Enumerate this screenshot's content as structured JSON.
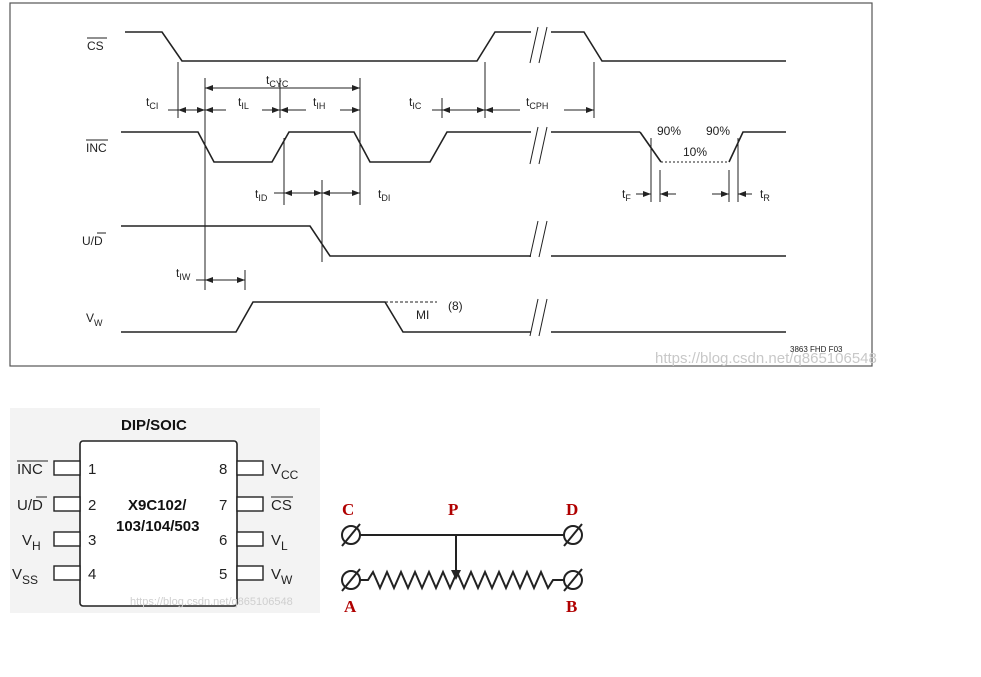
{
  "timing": {
    "signals": {
      "cs": "CS",
      "inc": "INC",
      "ud_u": "U/",
      "ud_d": "D",
      "vw": "V",
      "vw_sub": "W"
    },
    "params": {
      "t_ci": "CI",
      "t_cyc": "CYC",
      "t_il": "IL",
      "t_ih": "IH",
      "t_ic": "IC",
      "t_cph": "CPH",
      "t_id": "ID",
      "t_di": "DI",
      "t_iw": "IW",
      "t_f": "F",
      "t_r": "R",
      "t": "t"
    },
    "pct_90_left": "90%",
    "pct_90_right": "90%",
    "pct_10": "10%",
    "mi": "MI",
    "note": "(8)",
    "figure_id": "3863 FHD F03",
    "watermark": "https://blog.csdn.net/q865106548"
  },
  "pinout": {
    "title": "DIP/SOIC",
    "part_line1": "X9C102/",
    "part_line2": "103/104/503",
    "left_pins": [
      {
        "num": "1",
        "name": "INC"
      },
      {
        "num": "2",
        "name_u": "U/",
        "name_d": "D"
      },
      {
        "num": "3",
        "name": "V",
        "sub": "H"
      },
      {
        "num": "4",
        "name": "V",
        "sub": "SS"
      }
    ],
    "right_pins": [
      {
        "num": "8",
        "name": "V",
        "sub": "CC"
      },
      {
        "num": "7",
        "name": "CS"
      },
      {
        "num": "6",
        "name": "V",
        "sub": "L"
      },
      {
        "num": "5",
        "name": "V",
        "sub": "W"
      }
    ],
    "watermark": "https://blog.csdn.net/q865106548"
  },
  "pot": {
    "c": "C",
    "p": "P",
    "d": "D",
    "a": "A",
    "b": "B"
  }
}
